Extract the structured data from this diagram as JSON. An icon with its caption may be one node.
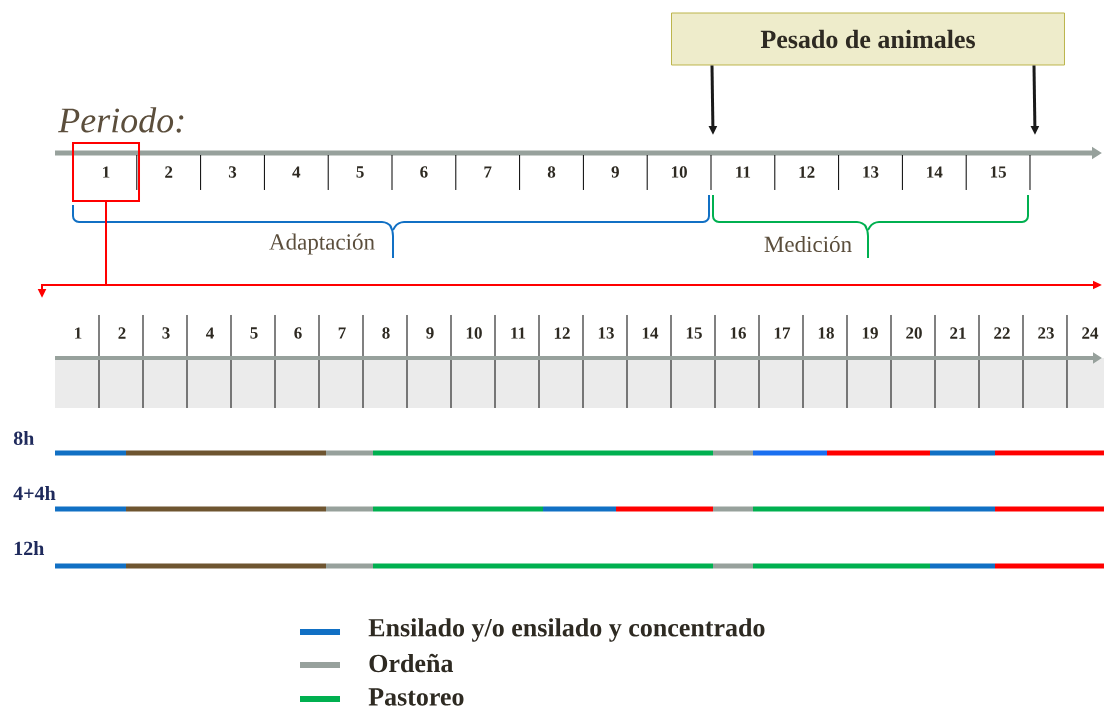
{
  "diagram": {
    "nodes": [
      {
        "text": [
          "Pesado de animales"
        ]
      },
      {
        "text": [
          "1"
        ]
      }
    ],
    "edges": [
      {
        "from": 0,
        "to": null,
        "arrow": "to"
      },
      {
        "from": 0,
        "to": null,
        "arrow": "to"
      },
      {
        "from": 1,
        "to": null,
        "arrow": "to",
        "color": "#ff0000"
      },
      {
        "from": 1,
        "to": null,
        "arrow": "to",
        "color": "#ff0000"
      }
    ],
    "labels": [
      "Periodo:",
      "2",
      "3",
      "4",
      "5",
      "6",
      "7",
      "8",
      "9",
      "10",
      "11",
      "12",
      "13",
      "14",
      "15",
      "Adaptación",
      "Medición",
      "1",
      "2",
      "3",
      "4",
      "5",
      "6",
      "7",
      "8",
      "9",
      "10",
      "11",
      "12",
      "13",
      "14",
      "15",
      "16",
      "17",
      "18",
      "19",
      "20",
      "21",
      "22",
      "23",
      "24",
      "8h",
      "4+4h",
      "12h"
    ],
    "legend": [
      {
        "text": "Ensilado y/o ensilado y concentrado",
        "color": "#1170c4"
      },
      {
        "text": "Ordeña",
        "color": "#97a19c"
      },
      {
        "text": "Pastoreo",
        "color": "#00b050"
      }
    ]
  }
}
